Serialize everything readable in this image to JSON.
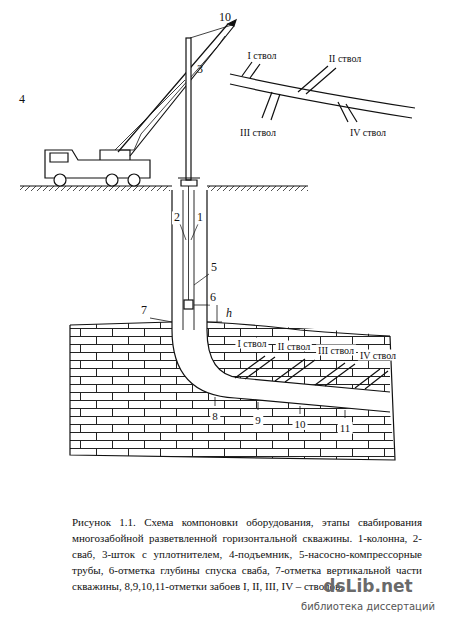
{
  "diagram": {
    "caption": "Рисунок 1.1. Схема компоновки оборудования, этапы свабирования многозабойной разветвленной горизонтальной скважины. 1-колонна, 2-сваб, 3-шток с уплотнителем, 4-подъемник, 5-насосно-компрессорные трубы, 6-отметка глубины спуска сваба, 7-отметка вертикальной части скважины, 8,9,10,11-отметки забоев I, II, III, IV – стволов.",
    "labels": [
      "10",
      "4",
      "3",
      "2",
      "1",
      "5",
      "6",
      "h",
      "7",
      "I ствол",
      "II ствол",
      "III ствол",
      "IV ствол",
      "8",
      "9",
      "10",
      "11",
      "I ствол",
      "II ствол",
      "III ствол",
      "IV ствол",
      "dsLib.net",
      "библиотека диссертаций"
    ]
  }
}
